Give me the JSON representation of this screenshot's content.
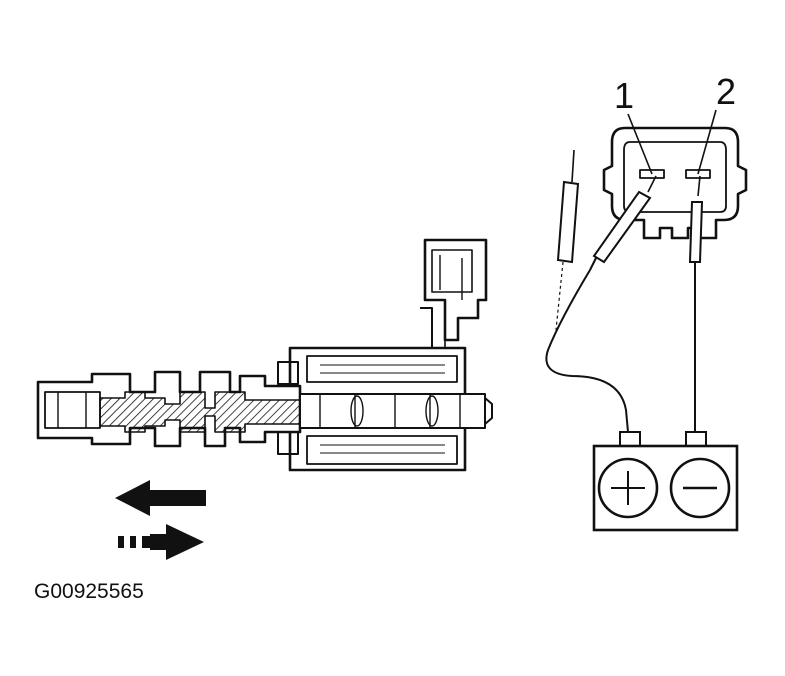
{
  "figure_id": "G00925565",
  "terminals": {
    "t1": "1",
    "t2": "2"
  },
  "battery": {
    "positive_symbol": "+",
    "negative_symbol": "−"
  },
  "arrows": {
    "solid_direction": "left",
    "dashed_direction": "right"
  },
  "colors": {
    "ink": "#111111",
    "paper": "#ffffff"
  }
}
